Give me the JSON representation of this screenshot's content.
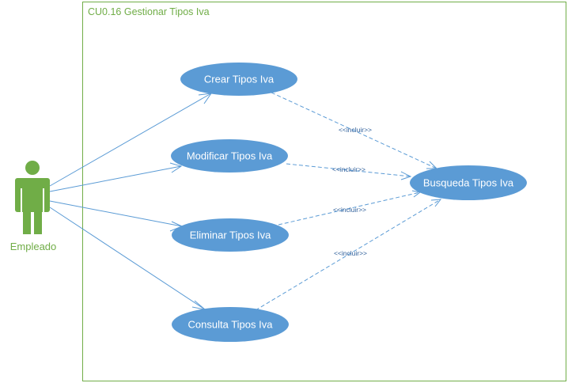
{
  "diagram": {
    "title": "CU0.16 Gestionar Tipos Iva",
    "actor": {
      "label": "Empleado"
    },
    "use_cases": {
      "crear": "Crear Tipos Iva",
      "modificar": "Modificar Tipos Iva",
      "eliminar": "Eliminar Tipos Iva",
      "consulta": "Consulta Tipos Iva",
      "busqueda": "Busqueda Tipos Iva"
    },
    "include_label": "<<incluir>>",
    "colors": {
      "boundary": "#70ad47",
      "actor": "#70ad47",
      "use_case_fill": "#5b9bd5",
      "association_line": "#5b9bd5",
      "include_line": "#5b9bd5",
      "use_case_text": "#ffffff"
    }
  }
}
